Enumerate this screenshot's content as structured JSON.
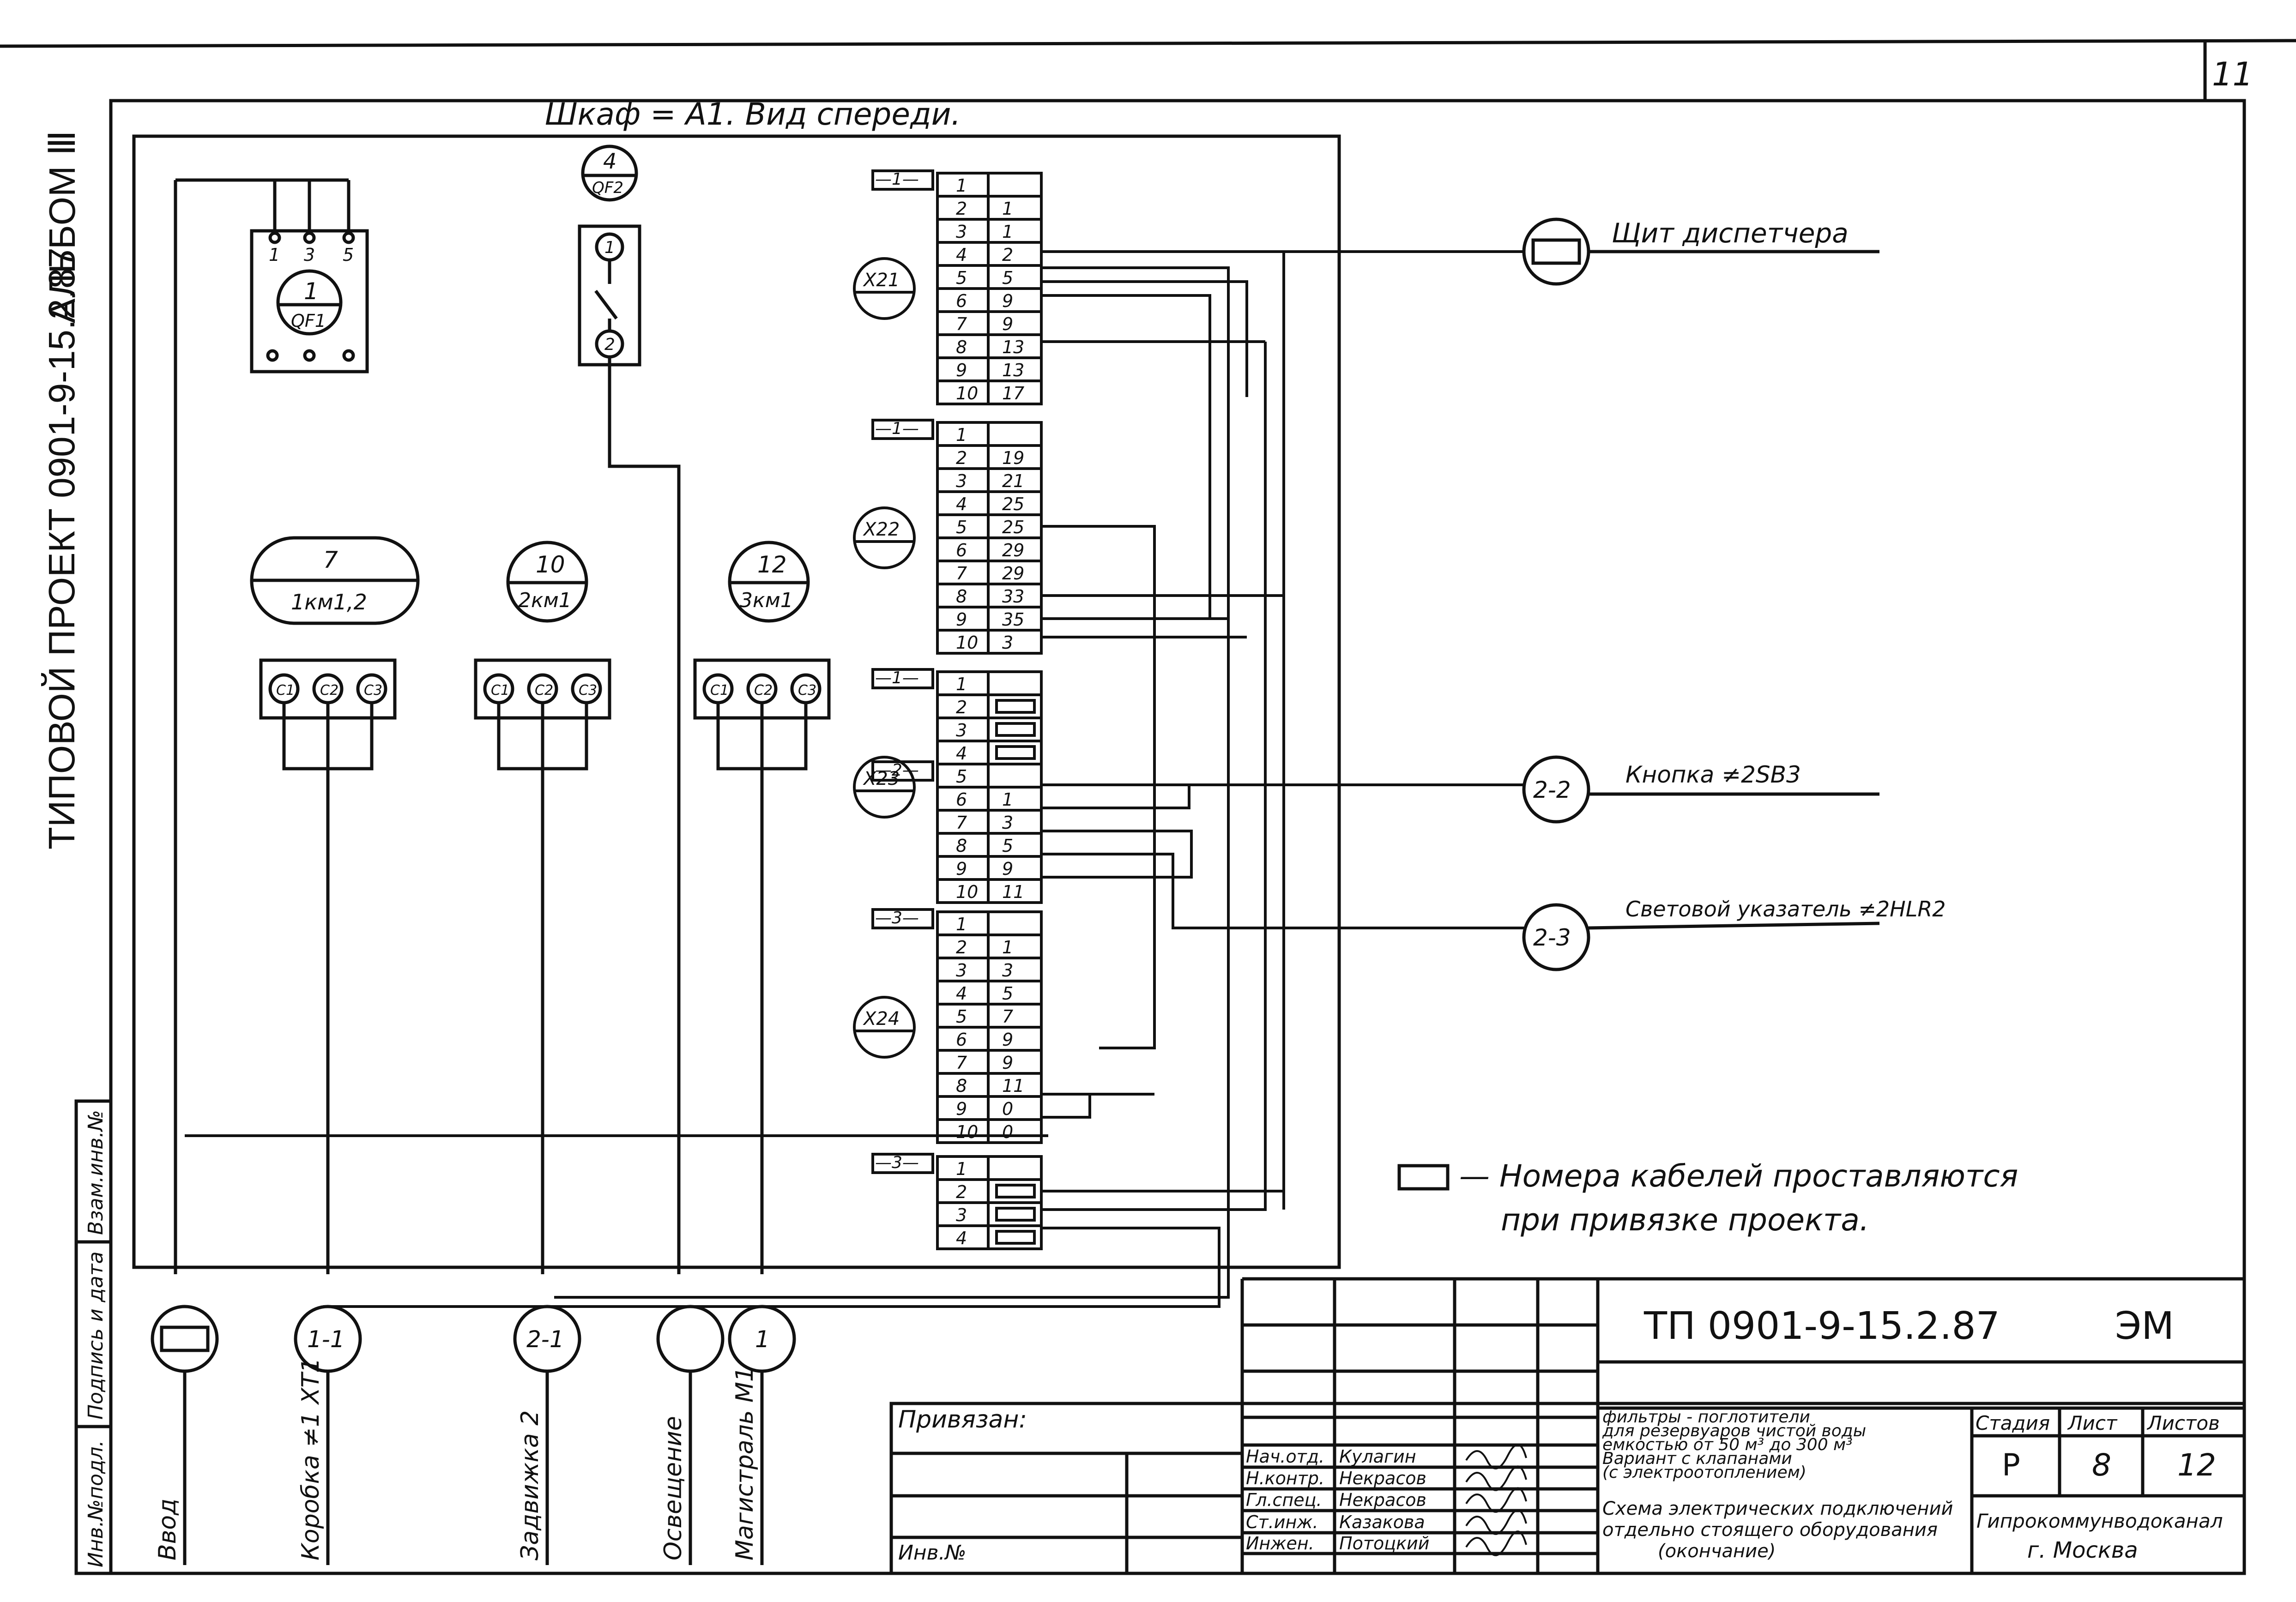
{
  "sheet": {
    "page_number": "11",
    "view_title": "Шкаф = А1.  Вид спереди.",
    "side_title": "ТИПОВОЙ ПРОЕКТ 0901-9-15.2.87",
    "album": "АЛЬБОМ Ⅲ"
  },
  "left_stamp": {
    "inv_podl": "Инв.№подл.",
    "sign_date": "Подпись и дата",
    "vzam_inv": "Взам.инв.№"
  },
  "devices": {
    "qf1": {
      "num": "1",
      "code": "QF1",
      "terminals_top": [
        "1",
        "3",
        "5"
      ]
    },
    "qf2": {
      "num": "4",
      "code": "QF2",
      "pin_top": "1",
      "pin_bottom": "2"
    },
    "km1": {
      "num": "7",
      "code": "1км1,2",
      "coils": [
        "C1",
        "C2",
        "C3"
      ]
    },
    "km2": {
      "num": "10",
      "code": "2км1",
      "coils": [
        "C1",
        "C2",
        "C3"
      ]
    },
    "km3": {
      "num": "12",
      "code": "3км1",
      "coils": [
        "C1",
        "C2",
        "C3"
      ]
    }
  },
  "terminal_blocks": [
    {
      "name": "X21",
      "group": "—1—",
      "rows": [
        [
          "1",
          ""
        ],
        [
          "2",
          "1"
        ],
        [
          "3",
          "1"
        ],
        [
          "4",
          "2"
        ],
        [
          "5",
          "5"
        ],
        [
          "6",
          "9"
        ],
        [
          "7",
          "9"
        ],
        [
          "8",
          "13"
        ],
        [
          "9",
          "13"
        ],
        [
          "10",
          "17"
        ]
      ]
    },
    {
      "name": "X22",
      "group": "—1—",
      "rows": [
        [
          "1",
          ""
        ],
        [
          "2",
          "19"
        ],
        [
          "3",
          "21"
        ],
        [
          "4",
          "25"
        ],
        [
          "5",
          "25"
        ],
        [
          "6",
          "29"
        ],
        [
          "7",
          "29"
        ],
        [
          "8",
          "33"
        ],
        [
          "9",
          "35"
        ],
        [
          "10",
          "3"
        ]
      ]
    },
    {
      "name": "X23",
      "group": "—1—",
      "group2": "—2—",
      "rows": [
        [
          "1",
          ""
        ],
        [
          "2",
          "▭"
        ],
        [
          "3",
          "▭"
        ],
        [
          "4",
          "▭"
        ],
        [
          "5",
          ""
        ],
        [
          "6",
          "1"
        ],
        [
          "7",
          "3"
        ],
        [
          "8",
          "5"
        ],
        [
          "9",
          "9"
        ],
        [
          "10",
          "11"
        ]
      ]
    },
    {
      "name": "X24",
      "group": "—3—",
      "rows": [
        [
          "1",
          ""
        ],
        [
          "2",
          "1"
        ],
        [
          "3",
          "3"
        ],
        [
          "4",
          "5"
        ],
        [
          "5",
          "7"
        ],
        [
          "6",
          "9"
        ],
        [
          "7",
          "9"
        ],
        [
          "8",
          "11"
        ],
        [
          "9",
          "0"
        ],
        [
          "10",
          "0"
        ]
      ]
    },
    {
      "name": "",
      "group": "—3—",
      "rows": [
        [
          "1",
          ""
        ],
        [
          "2",
          "▭"
        ],
        [
          "3",
          "▭"
        ],
        [
          "4",
          "▭"
        ]
      ]
    }
  ],
  "external": {
    "dispatcher": "Щит диспетчера",
    "button": "Кнопка ≠2SB3",
    "button_ref": "2-2",
    "indicator": "Световой указатель ≠2HLR2",
    "indicator_ref": "2-3"
  },
  "note": {
    "line1": "— Номера   кабелей   проставляются",
    "line2": "при   привязке   проекта."
  },
  "bottom_consumers": [
    {
      "ref": "",
      "label": "Ввод"
    },
    {
      "ref": "1-1",
      "label": "Коробка ≠1 XT1"
    },
    {
      "ref": "2-1",
      "label": "Задвижка 2"
    },
    {
      "ref": "",
      "label": "Освещение"
    },
    {
      "ref": "1",
      "label": "Магистраль М1"
    }
  ],
  "title_block": {
    "privyazan": "Привязан:",
    "inv_no": "Инв.№",
    "doc_code": "ТП 0901-9-15.2.87",
    "mark": "ЭМ",
    "project_desc": [
      "фильтры - поглотители",
      "для резервуаров чистой воды",
      "емкостью от 50 м³ до 300 м³",
      "Вариант с клапанами",
      "(с электроотоплением)"
    ],
    "sheet_desc": [
      "Схема электрических подключений",
      "отдельно стоящего оборудования",
      "(окончание)"
    ],
    "stage_label": "Стадия",
    "sheet_label": "Лист",
    "sheets_label": "Листов",
    "stage": "Р",
    "sheet": "8",
    "sheets": "12",
    "org": [
      "Гипрокоммунводоканал",
      "г. Москва"
    ],
    "signatures": [
      {
        "role": "Нач.отд.",
        "name": "Кулагин"
      },
      {
        "role": "Н.контр.",
        "name": "Некрасов"
      },
      {
        "role": "Гл.спец.",
        "name": "Некрасов"
      },
      {
        "role": "Ст.инж.",
        "name": "Казакова"
      },
      {
        "role": "Инжен.",
        "name": "Потоцкий"
      }
    ]
  }
}
